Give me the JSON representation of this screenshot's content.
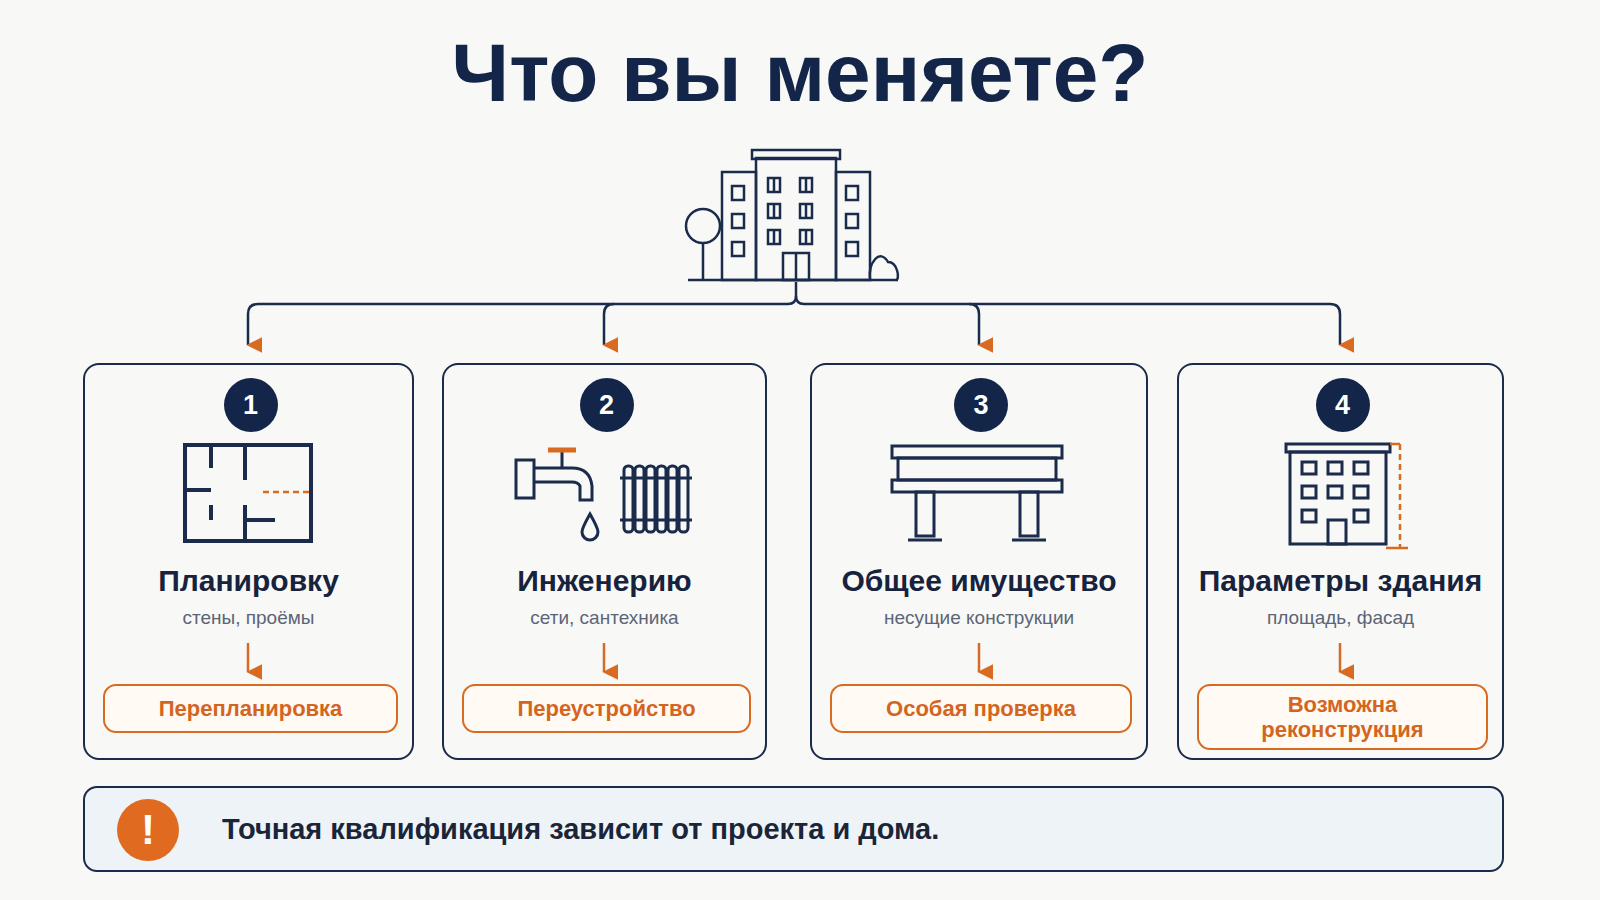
{
  "diagram": {
    "title": "Что вы меняете?",
    "nodes": [
      {
        "text": [
          "Планировку",
          "стены, проёмы"
        ]
      },
      {
        "text": [
          "1"
        ],
        "in": 0
      },
      {
        "text": [
          "Перепланировка"
        ],
        "in": 0
      },
      {
        "text": [
          "Инженерию",
          "сети, сантехника"
        ]
      },
      {
        "text": [
          "2"
        ],
        "in": 3
      },
      {
        "text": [
          "Переустройство"
        ],
        "in": 3
      },
      {
        "text": [
          "Общее имущество",
          "несущие конструкции"
        ]
      },
      {
        "text": [
          "3"
        ],
        "in": 6
      },
      {
        "text": [
          "Особая проверка"
        ],
        "in": 6
      },
      {
        "text": [
          "Параметры здания",
          "площадь, фасад"
        ]
      },
      {
        "text": [
          "4"
        ],
        "in": 9
      },
      {
        "text": [
          "Возможна реконструкция"
        ],
        "in": 9
      },
      {
        "text": [
          "Точная квалификация зависит от проекта и дома."
        ]
      },
      {
        "text": [
          "!"
        ],
        "in": 12
      }
    ]
  }
}
